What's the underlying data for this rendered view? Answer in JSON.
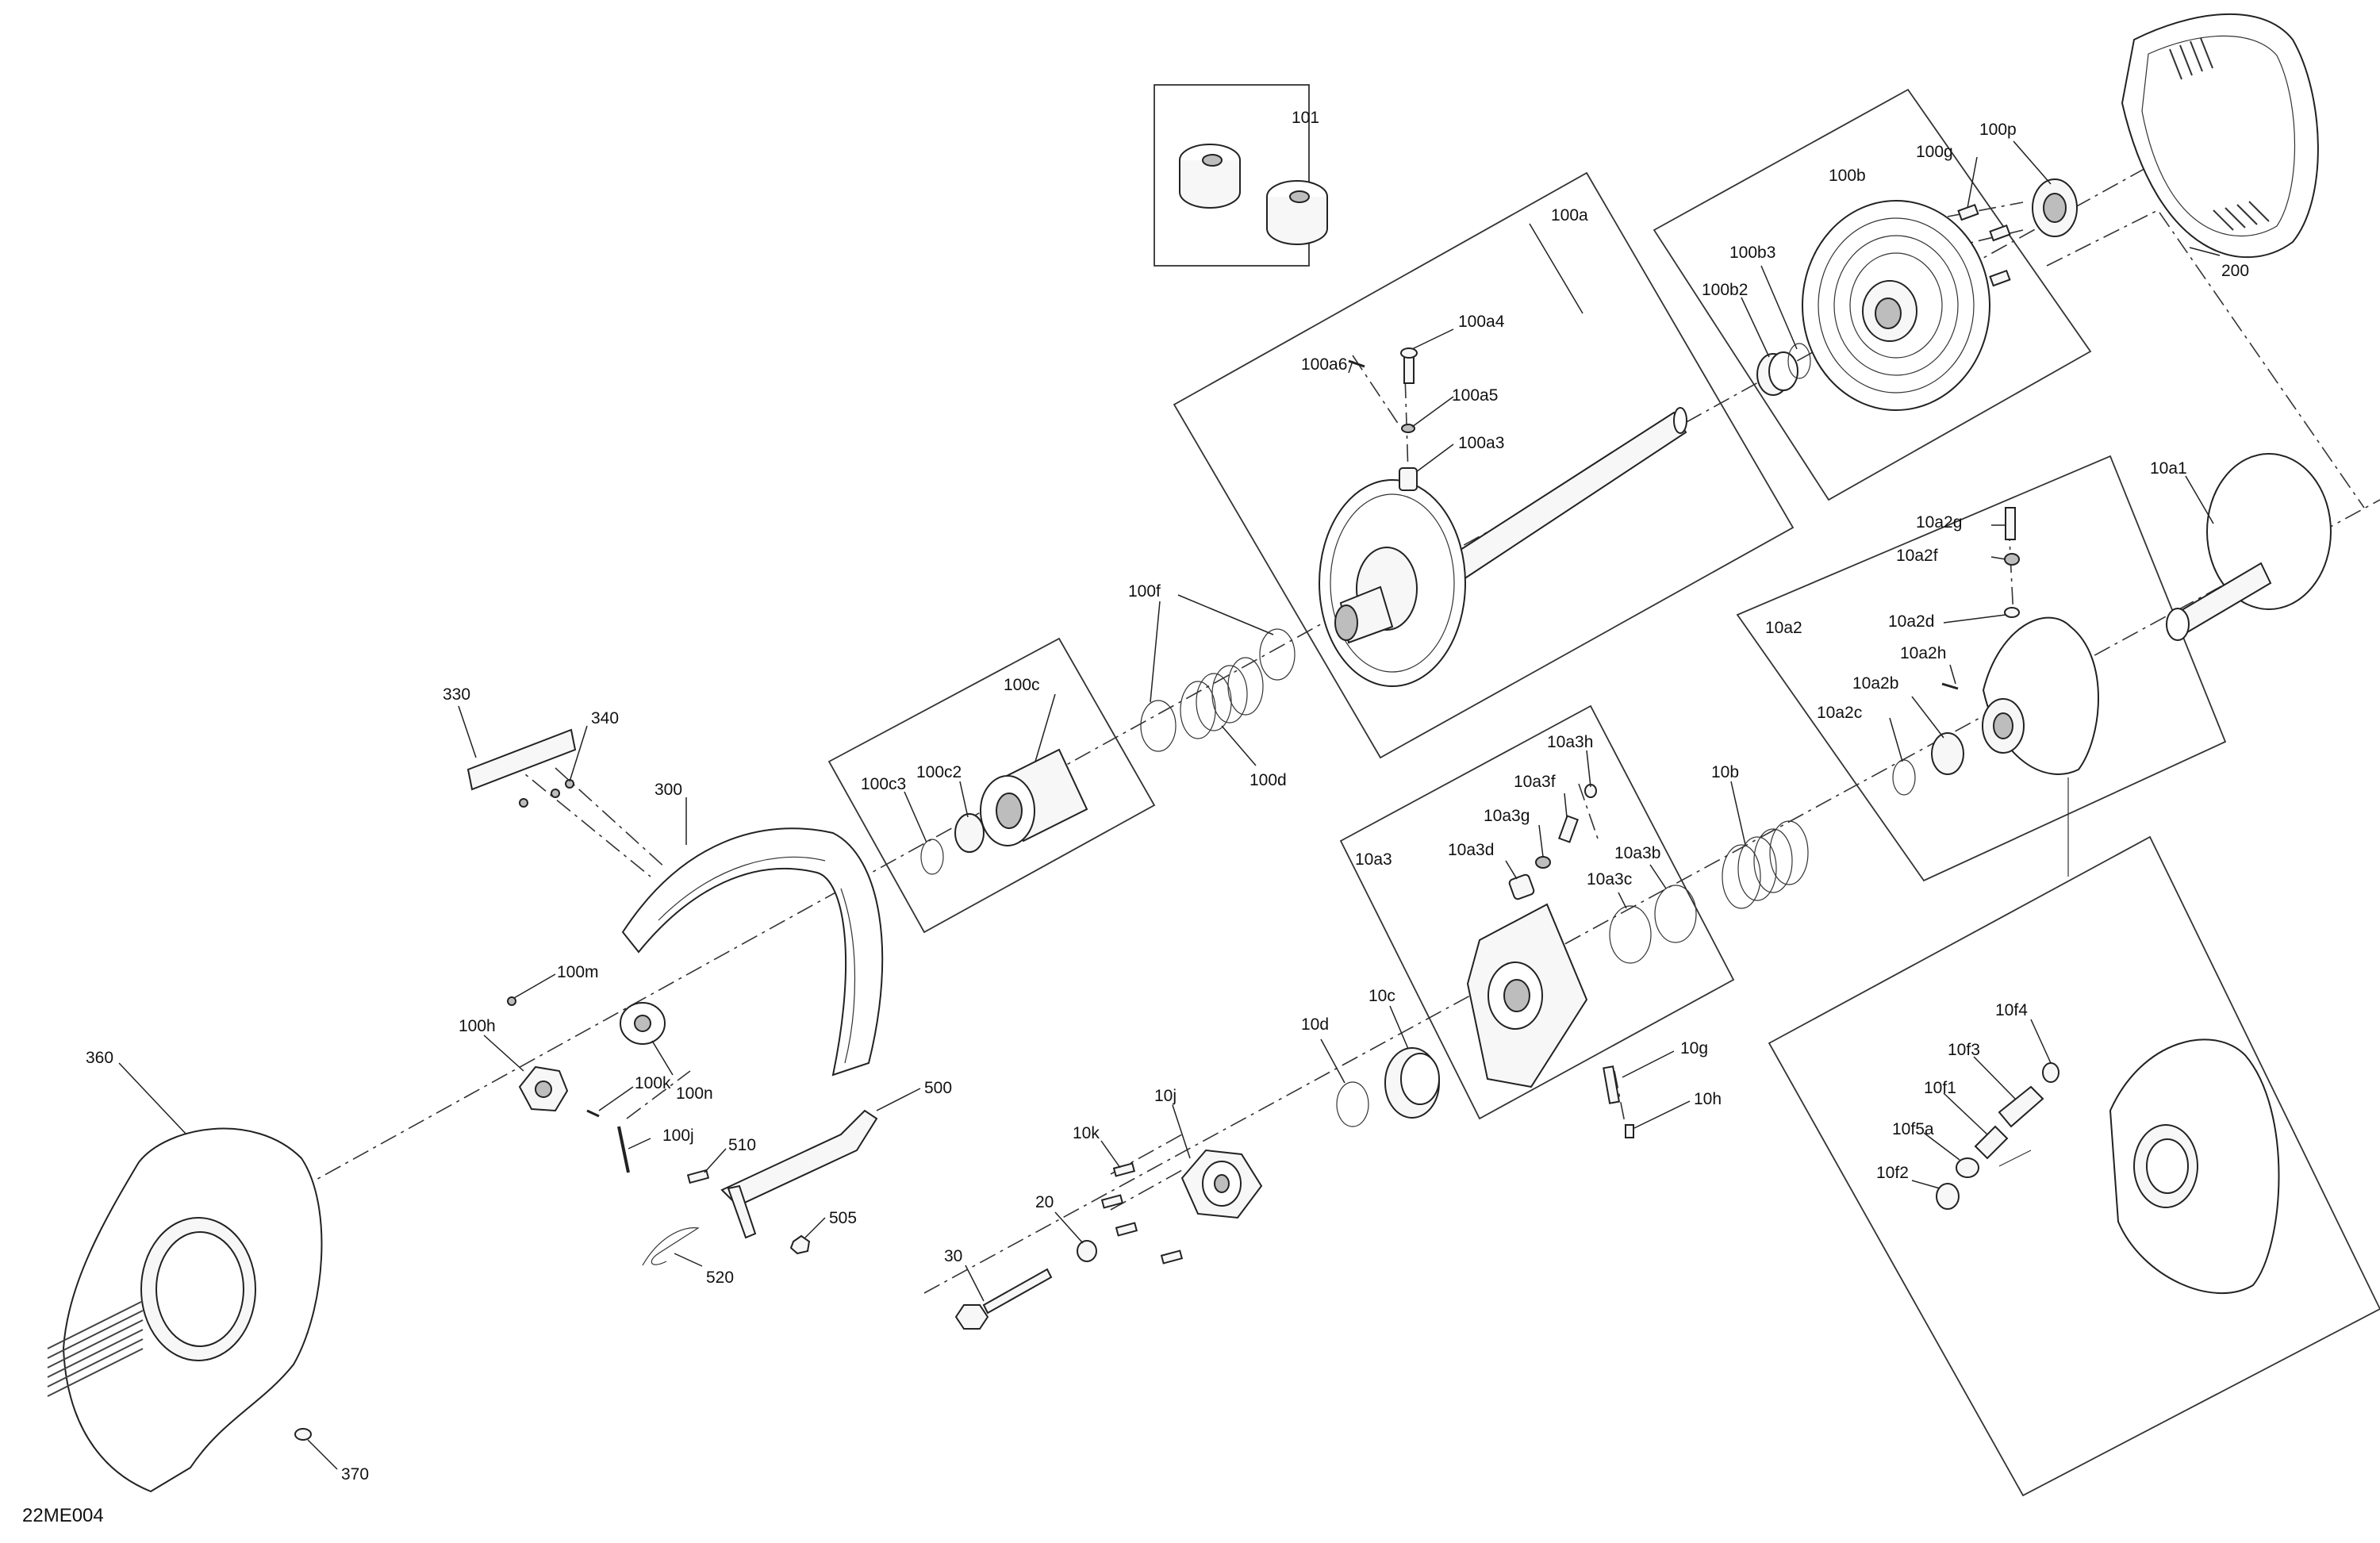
{
  "diagram_code": "22ME004",
  "part_labels": [
    "101",
    "100a",
    "100b",
    "100g",
    "100p",
    "200",
    "100b3",
    "100b2",
    "100a4",
    "100a6",
    "100a5",
    "100a3",
    "10a1",
    "10a2g",
    "10a2f",
    "10a2",
    "10a2d",
    "10a2h",
    "10a2b",
    "10a2c",
    "100f",
    "100c",
    "100c3",
    "100c2",
    "100d",
    "10a3h",
    "10a3f",
    "10a3g",
    "10a3d",
    "10a3b",
    "10a3c",
    "10a3",
    "10b",
    "330",
    "340",
    "300",
    "100m",
    "100h",
    "100k",
    "100n",
    "100j",
    "360",
    "500",
    "510",
    "505",
    "520",
    "10j",
    "10k",
    "20",
    "30",
    "10d",
    "10c",
    "10g",
    "10h",
    "10f4",
    "10f3",
    "10f1",
    "10f5a",
    "10f2",
    "370"
  ]
}
